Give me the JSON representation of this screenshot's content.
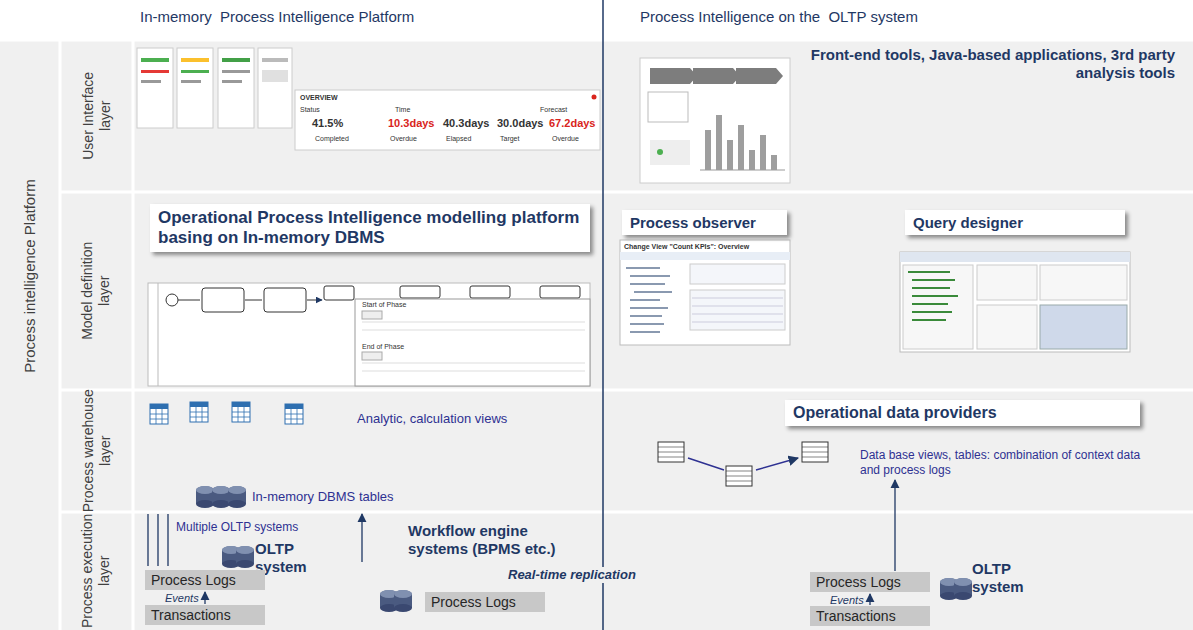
{
  "diagram": {
    "nodes": [
      {
        "text": [
          "Operational Process Intelligence modelling platform basing on In-memory DBMS"
        ]
      },
      {
        "text": [
          "Process observer"
        ]
      },
      {
        "text": [
          "Query designer"
        ]
      },
      {
        "text": [
          "Operational data providers"
        ]
      },
      {
        "text": [
          "Data base views, tables: combination of context data and process logs"
        ]
      },
      {
        "text": [
          "Process Logs"
        ]
      },
      {
        "text": [
          "Transactions"
        ]
      },
      {
        "text": [
          "Process Logs"
        ]
      },
      {
        "text": [
          "Process Logs"
        ]
      },
      {
        "text": [
          "Transactions"
        ]
      }
    ],
    "edges": [
      {
        "from": 6,
        "to": 5,
        "arrow": "to",
        "label": "Events"
      },
      {
        "from": 9,
        "to": 8,
        "arrow": "to",
        "label": "Events"
      },
      {
        "from": 8,
        "to": 4,
        "arrow": "to"
      }
    ],
    "labels": [
      "In-memory  Process Intelligence Platform",
      "Process Intelligence on the  OLTP system",
      "Process intelligence Platform",
      "User Interface layer",
      "Model definition layer",
      "Process warehouse layer",
      "Process execution layer",
      "Front-end tools, Java-based applications, 3rd party analysis tools",
      "Change View \"Count KPIs\": Overview",
      "Start of Phase",
      "End of Phase",
      "OVERVIEW",
      "Status",
      "Time",
      "Forecast",
      "41.5%",
      "10.3days",
      "40.3days",
      "30.0days",
      "67.2days",
      "Completed",
      "Overdue",
      "Elapsed",
      "Target",
      "Overdue",
      "Analytic, calculation views",
      "Multiple OLTP systems",
      "OLTP system",
      "Workflow engine systems (BPMS etc.)",
      "Real-time replication",
      "OLTP system",
      "In-memory DBMS tables"
    ]
  }
}
